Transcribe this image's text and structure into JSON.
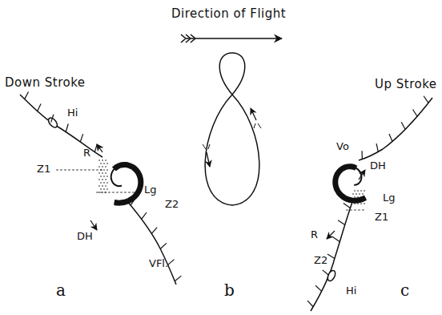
{
  "diagram": {
    "labels": [
      "Direction of Flight",
      "Down Stroke",
      "Up Stroke",
      "Hi",
      "R",
      "Z1",
      "Lg",
      "Z2",
      "DH",
      "VFl.",
      "a",
      "b",
      "c",
      "Vo",
      "DH",
      "Lg",
      "Z1",
      "R",
      "Z2",
      "Hi"
    ]
  }
}
